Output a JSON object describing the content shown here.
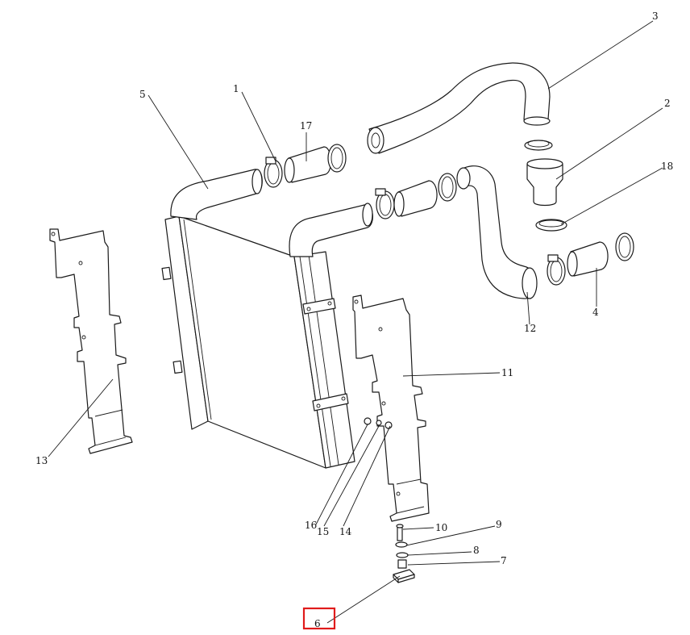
{
  "diagram": {
    "callouts": [
      "1",
      "2",
      "3",
      "4",
      "5",
      "6",
      "7",
      "8",
      "9",
      "10",
      "11",
      "12",
      "13",
      "14",
      "15",
      "16",
      "17",
      "18"
    ],
    "highlight": {
      "label": "6",
      "color": "#e01b1b"
    }
  }
}
